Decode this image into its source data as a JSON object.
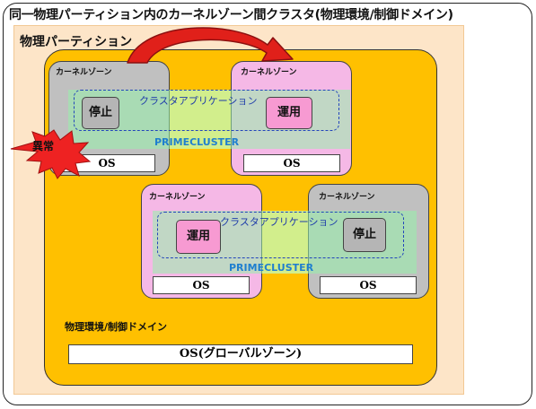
{
  "title": "同一物理パーティション内のカーネルゾーン間クラスタ(物理環境/制御ドメイン)",
  "partition_label": "物理パーティション",
  "domain_label": "物理環境/制御ドメイン",
  "global_os": "OS(グローバルゾーン)",
  "fault_label": "異常",
  "clusters": [
    {
      "app_label": "クラスタアプリケーション",
      "primecluster_label": "PRIMECLUSTER",
      "zones": [
        {
          "label": "カーネルゾーン",
          "status": "停止",
          "os": "OS"
        },
        {
          "label": "カーネルゾーン",
          "status": "運用",
          "os": "OS"
        }
      ]
    },
    {
      "app_label": "クラスタアプリケーション",
      "primecluster_label": "PRIMECLUSTER",
      "zones": [
        {
          "label": "カーネルゾーン",
          "status": "運用",
          "os": "OS"
        },
        {
          "label": "カーネルゾーン",
          "status": "停止",
          "os": "OS"
        }
      ]
    }
  ],
  "colors": {
    "domain": "#ffc000",
    "partition": "#fde5c8",
    "zone_stopped": "#c0c0c0",
    "zone_running": "#f5b8e6",
    "status_running": "#f79ad2",
    "status_stopped": "#b5b5b5",
    "failover_arrow": "#e0201a",
    "fault_burst": "#ee2222",
    "app_text": "#1f3caa",
    "primecluster_text": "#1f7fcf"
  }
}
